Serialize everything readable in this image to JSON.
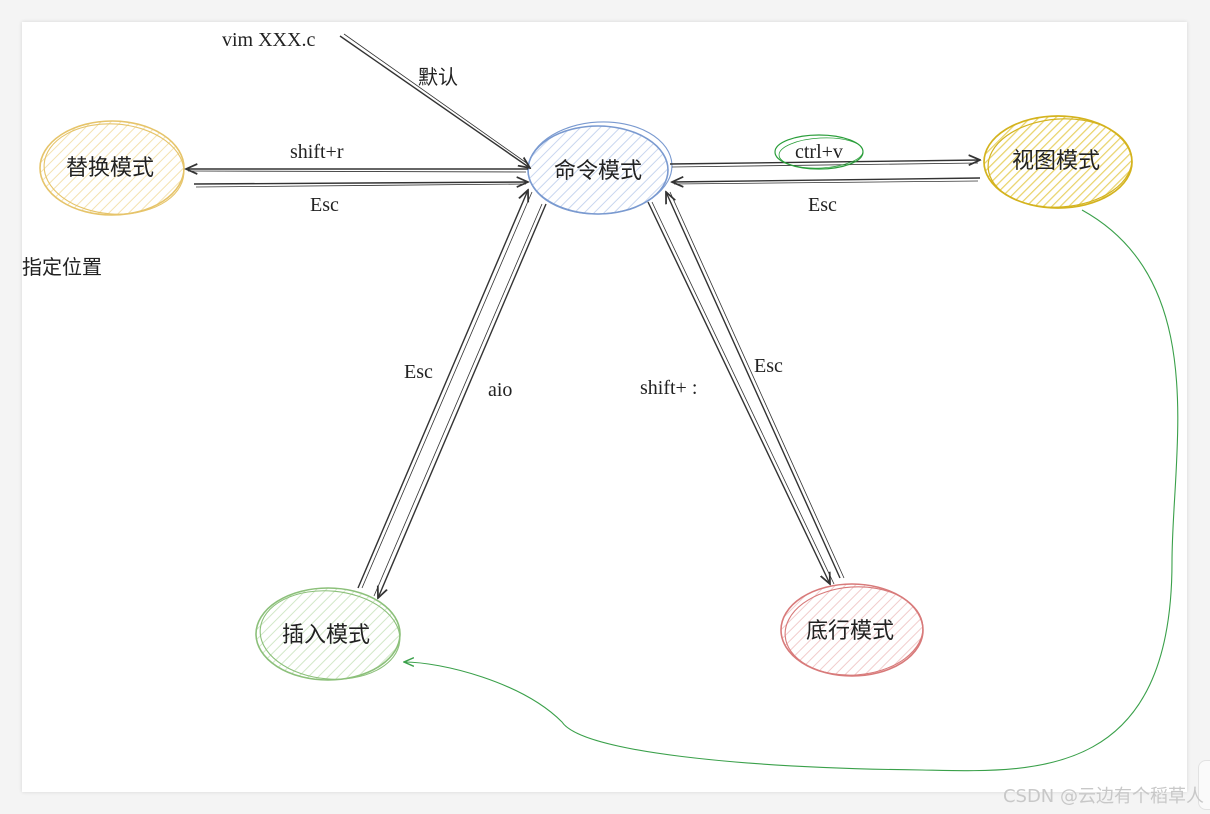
{
  "nodes": {
    "command": {
      "label": "命令模式",
      "color": "#7a9ad0"
    },
    "replace": {
      "label": "替换模式",
      "color": "#e6c46a"
    },
    "visual": {
      "label": "视图模式",
      "color": "#d4b31e"
    },
    "insert": {
      "label": "插入模式",
      "color": "#8cc07a"
    },
    "lastline": {
      "label": "底行模式",
      "color": "#d87a7a"
    }
  },
  "edges": {
    "start": {
      "label": "vim  XXX.c"
    },
    "default": {
      "label": "默认"
    },
    "to_replace": {
      "label": "shift+r"
    },
    "from_replace": {
      "label": "Esc"
    },
    "to_visual": {
      "label": "ctrl+v"
    },
    "from_visual": {
      "label": "Esc"
    },
    "to_insert": {
      "label": "aio"
    },
    "from_insert": {
      "label": "Esc"
    },
    "to_lastline": {
      "label": "shift+ :"
    },
    "from_lastline": {
      "label": "Esc"
    }
  },
  "annotations": {
    "specified_position": "指定位置"
  },
  "watermark": "CSDN @云边有个稻草人",
  "colors": {
    "arrow": "#333333",
    "green_arrow": "#3aa04a",
    "highlight_circle": "#2a9e3a"
  }
}
